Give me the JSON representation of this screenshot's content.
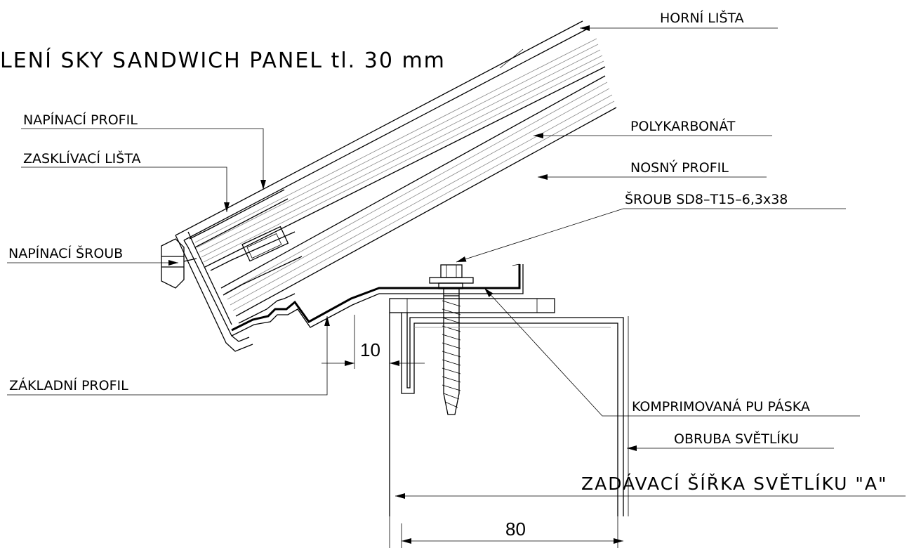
{
  "title": "LENÍ SKY SANDWICH PANEL tl. 30 mm",
  "labels": {
    "horni_lista": "HORNÍ LIŠTA",
    "napinaci_profil": "NAPÍNACÍ PROFIL",
    "zasklivaci_lista": "ZASKLÍVACÍ LIŠTA",
    "polykarbonat": "POLYKARBONÁT",
    "nosny_profil": "NOSNÝ PROFIL",
    "sroub": "ŠROUB SD8–T15–6,3x38",
    "napinaci_sroub": "NAPÍNACÍ ŠROUB",
    "zakladni_profil": "ZÁKLADNÍ PROFIL",
    "pu_paska": "KOMPRIMOVANÁ PU PÁSKA",
    "obruba": "OBRUBA SVĚTLÍKU",
    "sirka": "ZADÁVACÍ ŠÍŘKA SVĚTLÍKU \"A\""
  },
  "dimensions": {
    "d10": "10",
    "d80": "80"
  }
}
